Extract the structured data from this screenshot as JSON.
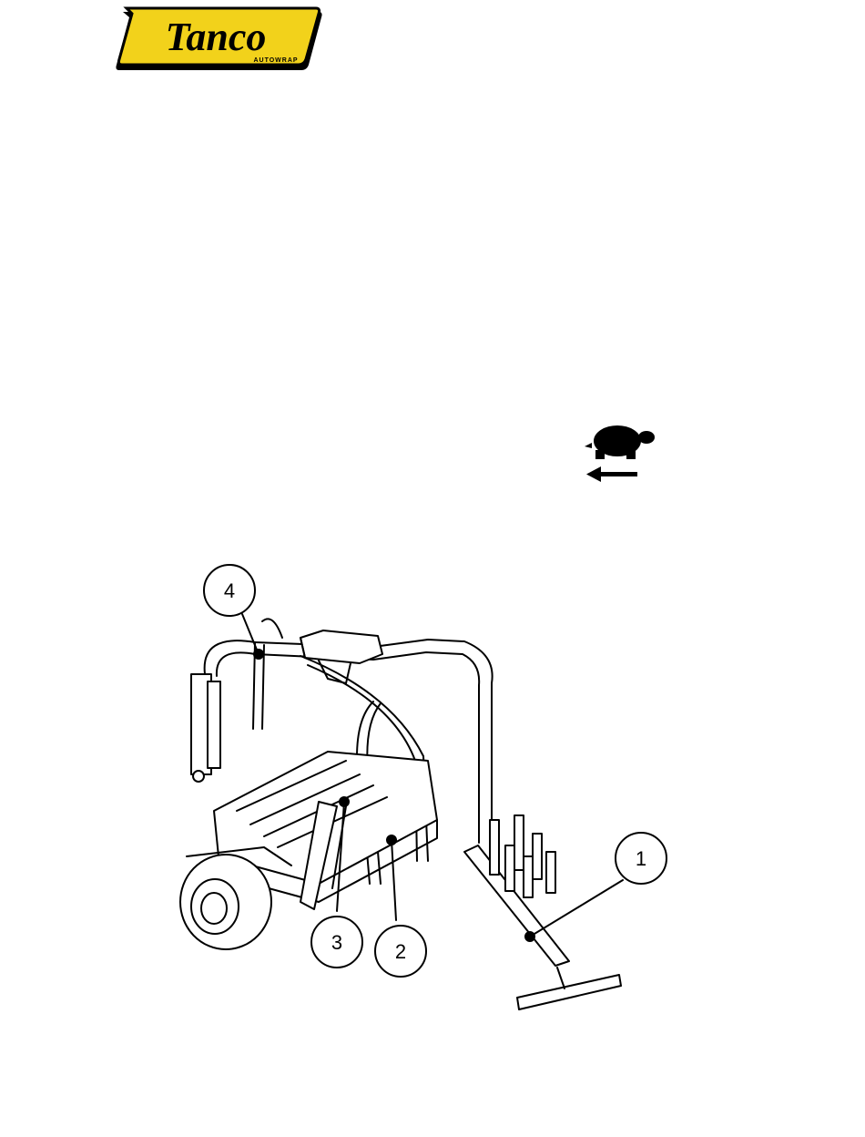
{
  "logo": {
    "brand": "Tanco",
    "subtitle": "AUTOWRAP",
    "colors": {
      "fill": "#f2d21b",
      "outline": "#000000"
    }
  },
  "speed_icon": "turtle-slow-icon",
  "direction_icon": "arrow-left-icon",
  "callouts": [
    {
      "number": "1"
    },
    {
      "number": "2"
    },
    {
      "number": "3"
    },
    {
      "number": "4"
    }
  ]
}
